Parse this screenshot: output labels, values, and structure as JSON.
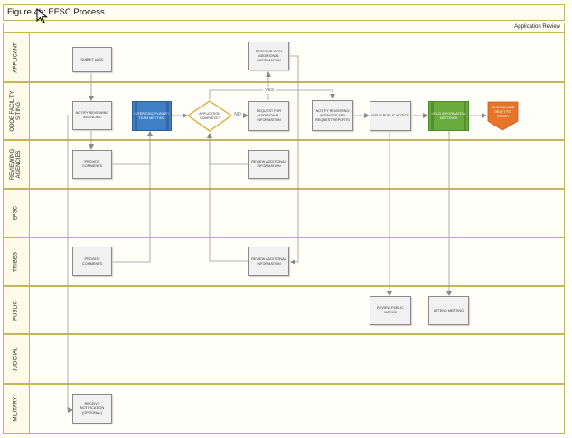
{
  "title": "Figure 4b: EFSC Process",
  "phase": "Application Review",
  "lanes": {
    "applicant": "APPLICANT",
    "odoe_line1": "ODOE FACILITY",
    "odoe_line2": "SITING",
    "agencies_line1": "REVIEWING",
    "agencies_line2": "AGENCIES",
    "efsc": "EFSC",
    "tribes": "TRIBES",
    "public": "PUBLIC",
    "judicial": "JUDICIAL",
    "military": "MILITARY"
  },
  "nodes": {
    "submit_pasc": "SUBMIT pASC",
    "respond_info": "RESPOND WITH ADDITIONAL INFORMATION",
    "notify_agencies": "NOTIFY REVIEWING AGENCIES",
    "interdisciplinary_meeting": "INTER-DISCIPLINARY TEAM MEETING",
    "application_complete": "APPLICATION COMPLETE?",
    "request_info": "REQUEST FOR ADDITIONAL INFORMATION",
    "notify_request_reports": "NOTIFY REVIEWING AGENCIES AND REQUEST REPORTS",
    "issue_public_notice": "ISSUE PUBLIC NOTICE",
    "hold_info_meetings": "HOLD INFORMATION MEETINGS",
    "decision_draft": "DECISION AND DRAFT PO ORDER",
    "provide_comments_agencies": "PROVIDE COMMENTS",
    "review_info_agencies": "REVIEW ADDITIONAL INFORMATION",
    "provide_comments_tribes": "PROVIDE COMMENTS",
    "review_info_tribes": "REVIEW ADDITIONAL INFORMATION",
    "review_public_notice": "REVIEW PUBLIC NOTICE",
    "attend_meeting": "ATTEND MEETING",
    "receive_notification": "RECEIVE NOTIFICATION (OPTIONAL)"
  },
  "edge_labels": {
    "yes": "YES",
    "no": "NO"
  },
  "colors": {
    "lane_border": "#c8b45a",
    "interdisciplinary": "#3f7fc6",
    "hold_meetings": "#6aab3e",
    "decision": "#e8742a",
    "decision_diamond_border": "#e0b13a"
  }
}
